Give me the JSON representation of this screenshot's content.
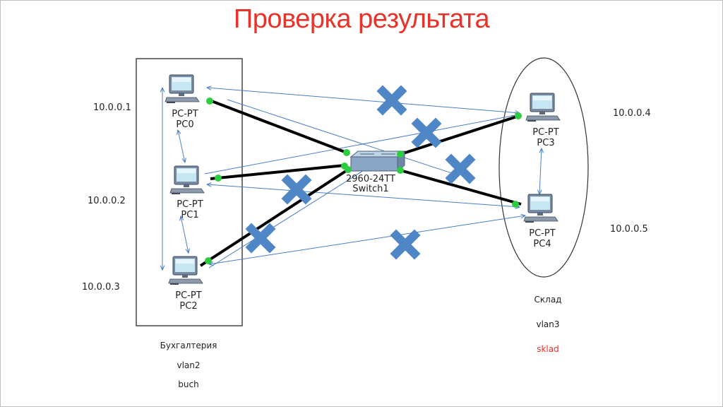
{
  "title": "Проверка результата",
  "colors": {
    "title": "#e8332a",
    "link": "#4a7ec4",
    "cable": "#000000",
    "port": "#2ecc40",
    "cross": "#4f86c6",
    "vlan3_name": "#e8332a"
  },
  "pcs": [
    {
      "type": "PC-PT",
      "name": "PC0",
      "ip": "10.0.0.1"
    },
    {
      "type": "PC-PT",
      "name": "PC1",
      "ip": "10.0.0.2"
    },
    {
      "type": "PC-PT",
      "name": "PC2",
      "ip": "10.0.0.3"
    },
    {
      "type": "PC-PT",
      "name": "PC3",
      "ip": "10.0.0.4"
    },
    {
      "type": "PC-PT",
      "name": "PC4",
      "ip": "10.0.0.5"
    }
  ],
  "switch": {
    "model": "2960-24TT",
    "name": "Switch1"
  },
  "groups": {
    "left": {
      "label": "Бухгалтерия",
      "vlan": "vlan2",
      "name": "buch"
    },
    "right": {
      "label": "Склад",
      "vlan": "vlan3",
      "name": "sklad"
    }
  }
}
